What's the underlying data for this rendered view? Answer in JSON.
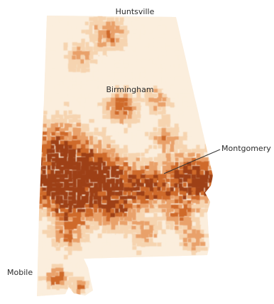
{
  "map": {
    "palette": {
      "base": "#fbeedd",
      "light": "#f6d4b0",
      "mid": "#e9a16a",
      "strong": "#cf6b2c",
      "deep": "#9e3f12"
    },
    "cities": [
      {
        "id": "huntsville",
        "label": "Huntsville"
      },
      {
        "id": "birmingham",
        "label": "Birmingham"
      },
      {
        "id": "montgomery",
        "label": "Montgomery"
      },
      {
        "id": "mobile",
        "label": "Mobile"
      }
    ]
  }
}
